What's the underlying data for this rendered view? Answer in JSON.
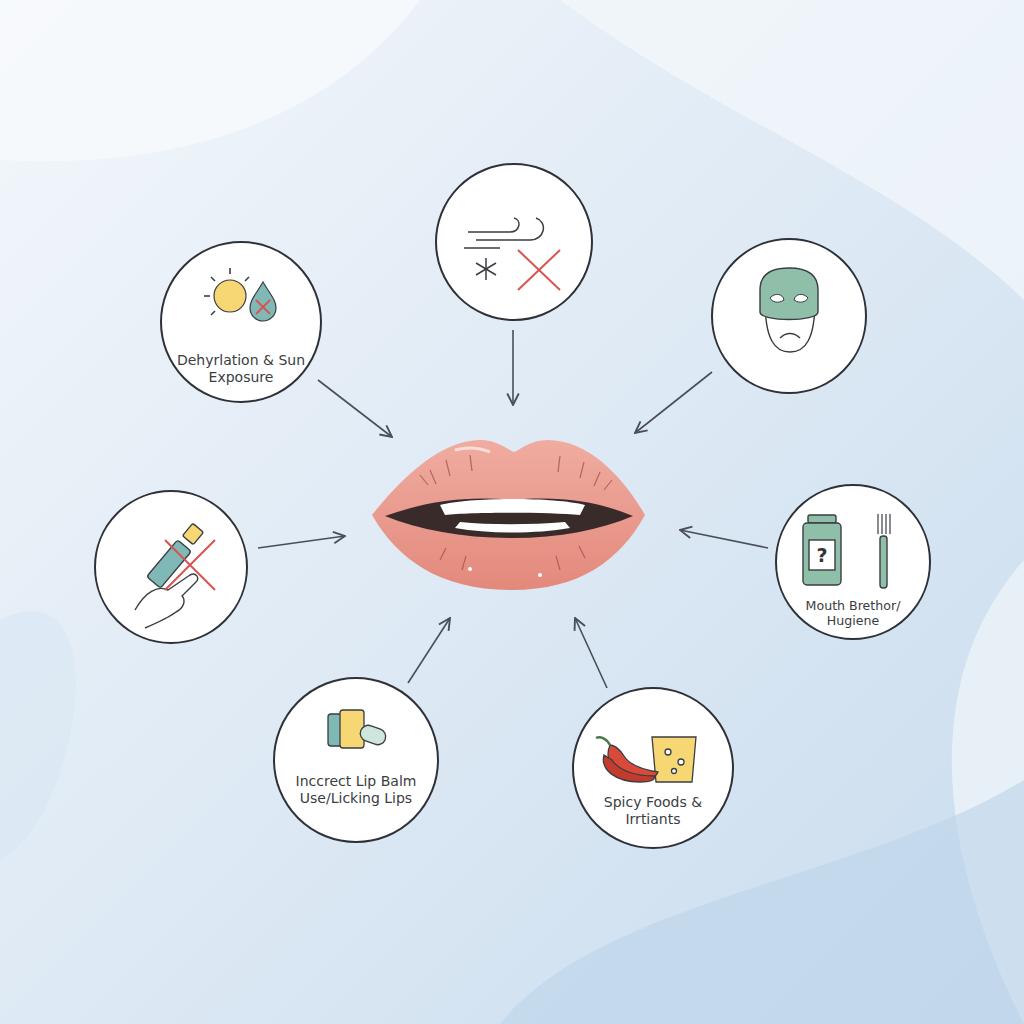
{
  "diagram": {
    "nodes": [
      {
        "text": [
          "Dehyrlation & Sun Exposure"
        ]
      },
      {
        "text": [
          "Mouth Brethor/ Hugiene"
        ]
      },
      {
        "text": [
          "Inccrect Lip Balm Use/Licking Lips"
        ]
      },
      {
        "text": [
          "Spicy Foods & Irrtiants"
        ]
      }
    ],
    "labels": [
      "?"
    ]
  }
}
